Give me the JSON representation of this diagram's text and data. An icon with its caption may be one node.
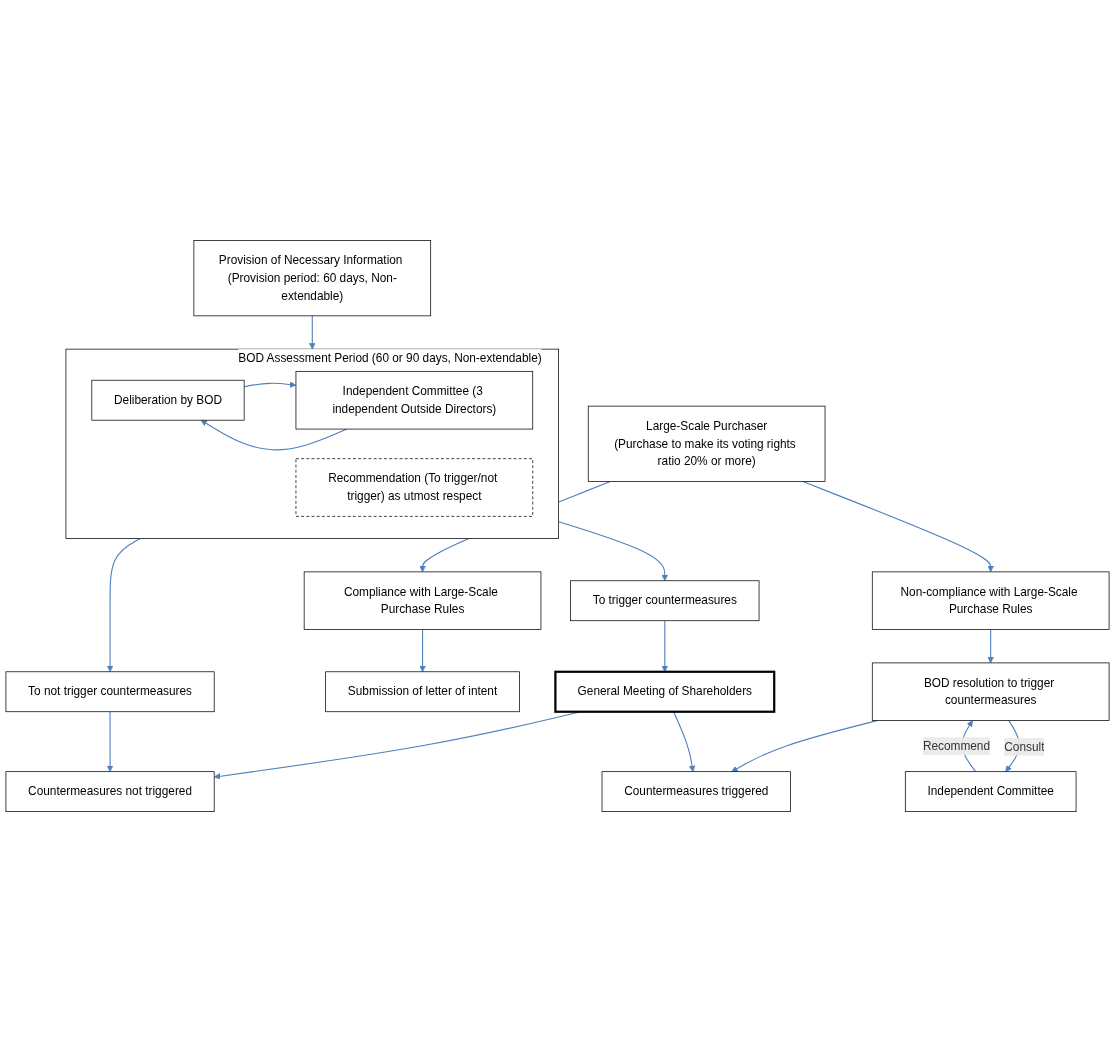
{
  "diagram": {
    "nodes": [
      {
        "text": [
          "Large-Scale Purchaser",
          "(Purchase to make its voting rights ratio 20% or more)"
        ]
      },
      {
        "text": [
          "Non-compliance with Large-Scale Purchase Rules"
        ]
      },
      {
        "text": [
          "Compliance with Large-Scale Purchase Rules"
        ]
      },
      {
        "text": [
          "Independent Committee"
        ]
      },
      {
        "text": [
          "BOD resolution to trigger countermeasures"
        ]
      },
      {
        "text": [
          "Submission of letter of intent"
        ]
      },
      {
        "text": [
          "Provision of Necessary Information (Provision period: 60 days, Non-extendable)"
        ]
      },
      {
        "text": [
          "BOD Assessment Period (60 or 90 days, Non-extendable)"
        ]
      },
      {
        "text": [
          "Deliberation by BOD"
        ],
        "in": 7
      },
      {
        "text": [
          "Independent Committee (3 independent Outside Directors)"
        ],
        "in": 7
      },
      {
        "text": [
          "Recommendation (To trigger/not trigger) as utmost respect"
        ],
        "in": 7
      },
      {
        "text": [
          "To trigger countermeasures"
        ]
      },
      {
        "text": [
          "To not trigger countermeasures"
        ]
      },
      {
        "text": [
          "General Meeting of Shareholders"
        ]
      },
      {
        "text": [
          "Countermeasures triggered"
        ]
      },
      {
        "text": [
          "Countermeasures not triggered"
        ]
      }
    ],
    "edges": [
      {
        "from": 0,
        "to": 1,
        "arrow": "to"
      },
      {
        "from": 0,
        "to": 2,
        "arrow": "to"
      },
      {
        "from": 1,
        "to": 4,
        "arrow": "to"
      },
      {
        "from": 4,
        "to": 3,
        "label": "Consult",
        "arrow": "to"
      },
      {
        "from": 3,
        "to": 4,
        "label": "Recommend",
        "arrow": "to"
      },
      {
        "from": 2,
        "to": 5,
        "arrow": "to"
      },
      {
        "from": 6,
        "to": 7,
        "arrow": "to"
      },
      {
        "from": 8,
        "to": 9,
        "arrow": "to"
      },
      {
        "from": 9,
        "to": 8,
        "arrow": "to"
      },
      {
        "from": 7,
        "to": 11,
        "arrow": "to"
      },
      {
        "from": 7,
        "to": 12,
        "arrow": "to"
      },
      {
        "from": 11,
        "to": 13,
        "arrow": "to"
      },
      {
        "from": 4,
        "to": 14,
        "arrow": "to"
      },
      {
        "from": 13,
        "to": 14,
        "arrow": "to"
      },
      {
        "from": 13,
        "to": 15,
        "arrow": "to"
      },
      {
        "from": 12,
        "to": 15,
        "arrow": "to"
      }
    ]
  }
}
